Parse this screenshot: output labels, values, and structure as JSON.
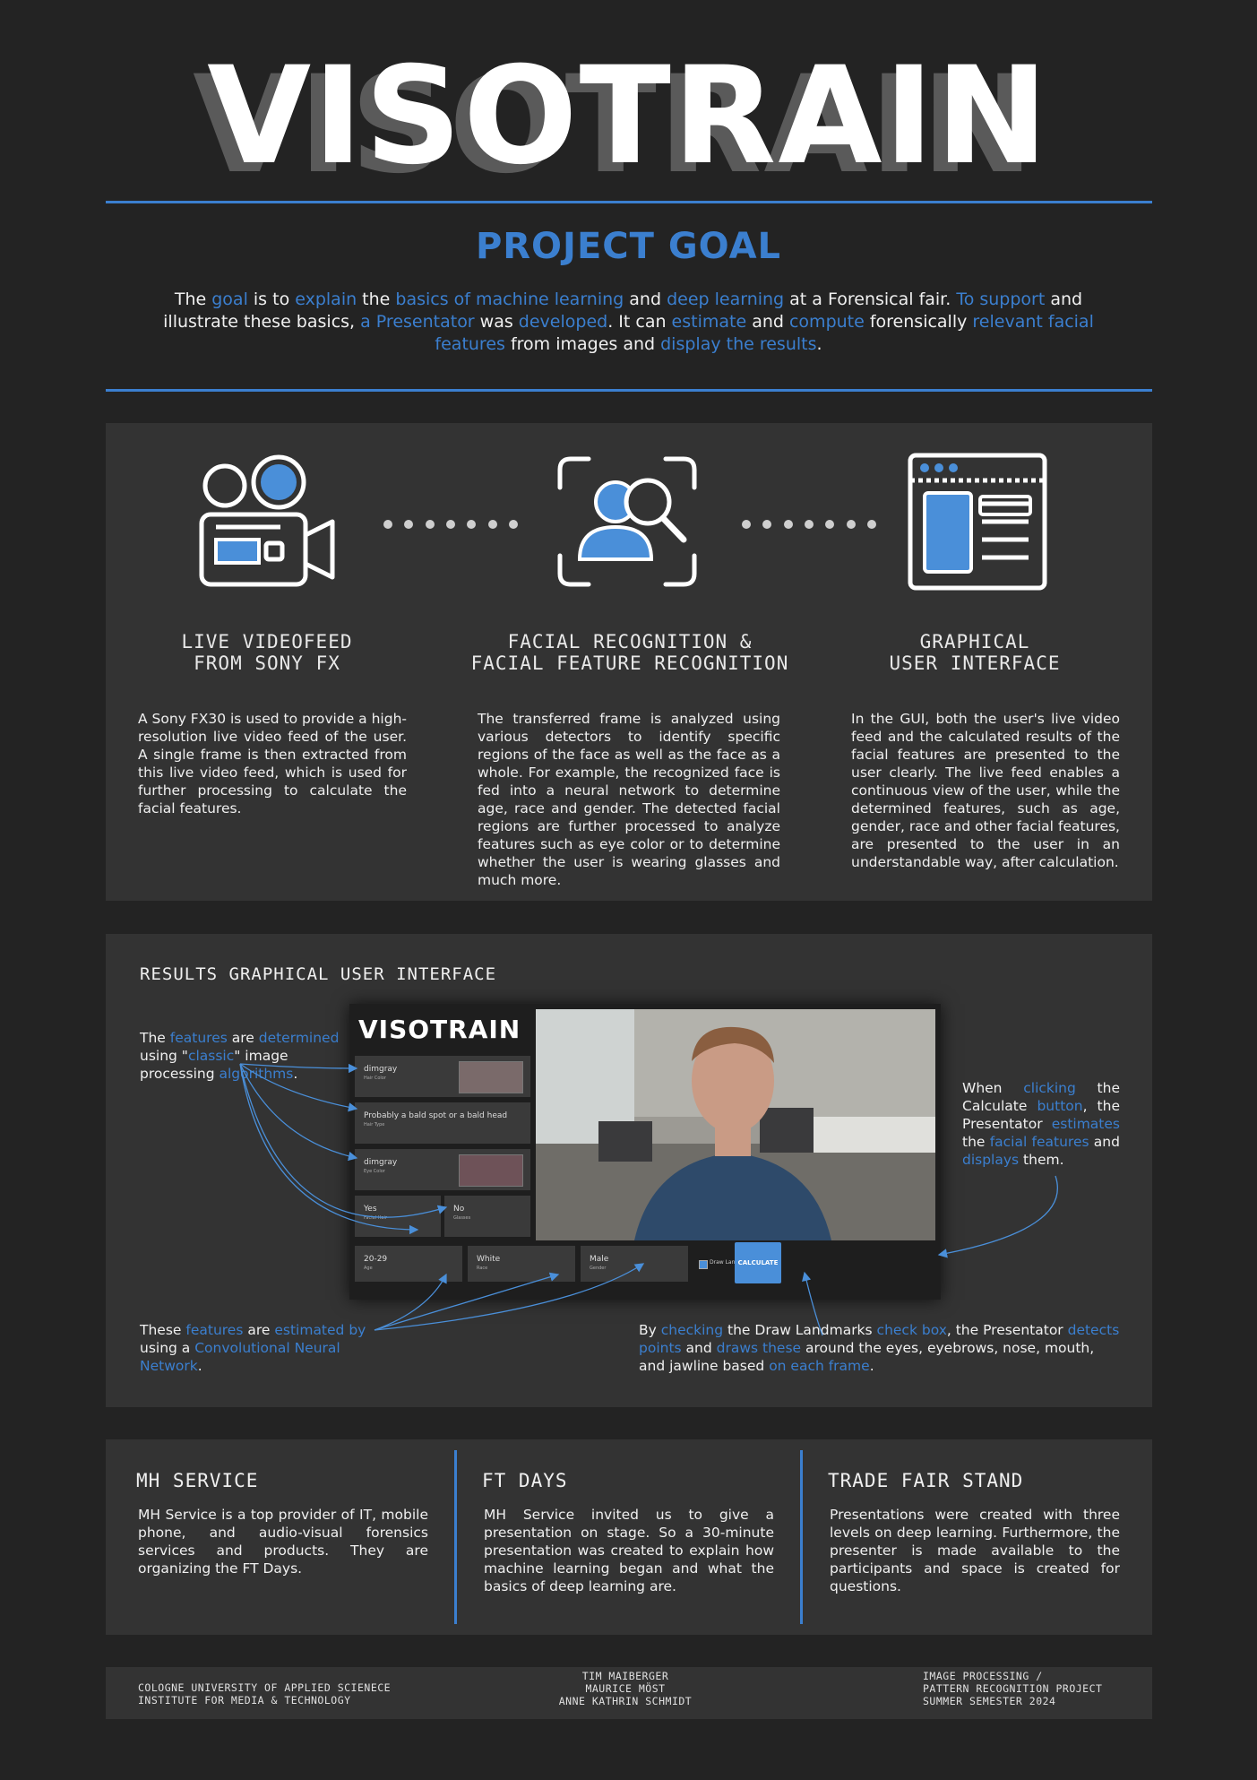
{
  "title": "VISOTRAIN",
  "goal": {
    "heading": "PROJECT GOAL",
    "text_parts": [
      {
        "t": "The ",
        "a": false
      },
      {
        "t": "goal",
        "a": true
      },
      {
        "t": " is to ",
        "a": false
      },
      {
        "t": "explain",
        "a": true
      },
      {
        "t": " the ",
        "a": false
      },
      {
        "t": "basics of machine learning",
        "a": true
      },
      {
        "t": " and ",
        "a": false
      },
      {
        "t": "deep learning",
        "a": true
      },
      {
        "t": " at a Forensical fair. ",
        "a": false
      },
      {
        "t": "To support",
        "a": true
      },
      {
        "t": " and illustrate these basics, ",
        "a": false
      },
      {
        "t": "a Presentator",
        "a": true
      },
      {
        "t": " was ",
        "a": false
      },
      {
        "t": "developed",
        "a": true
      },
      {
        "t": ". It can ",
        "a": false
      },
      {
        "t": "estimate",
        "a": true
      },
      {
        "t": " and ",
        "a": false
      },
      {
        "t": "compute",
        "a": true
      },
      {
        "t": " forensically ",
        "a": false
      },
      {
        "t": "relevant facial features",
        "a": true
      },
      {
        "t": " from images and ",
        "a": false
      },
      {
        "t": "display the results",
        "a": true
      },
      {
        "t": ".",
        "a": false
      }
    ]
  },
  "steps": [
    {
      "icon": "video-camera-icon",
      "title_1": "LIVE VIDEOFEED",
      "title_2": "FROM SONY FX",
      "text": "A Sony FX30 is used to provide a high-resolution live video feed of the user. A single frame is then extracted from this live video feed, which is used for further processing to calculate the facial features."
    },
    {
      "icon": "face-scan-icon",
      "title_1": "FACIAL RECOGNITION &",
      "title_2": "FACIAL FEATURE RECOGNITION",
      "text": "The transferred frame is analyzed using various detectors to identify specific regions of the face as well as the face as a whole. For example, the recognized face is fed into a neural network to determine age, race and gender. The detected facial regions are further processed to analyze features such as eye color or to determine whether the user is wearing glasses and much more."
    },
    {
      "icon": "app-window-icon",
      "title_1": "GRAPHICAL",
      "title_2": "USER INTERFACE",
      "text": "In the GUI, both the user's live video feed and the calculated results of the facial features are presented to the user clearly. The live feed enables a continuous view of the user, while the determined features, such as age, gender, race and other facial features, are presented to the user in an understandable way, after calculation."
    }
  ],
  "results": {
    "heading": "RESULTS GRAPHICAL USER INTERFACE",
    "note_left_top": [
      {
        "t": "The ",
        "a": false
      },
      {
        "t": "features",
        "a": true
      },
      {
        "t": " are ",
        "a": false
      },
      {
        "t": "determined",
        "a": true
      },
      {
        "t": " using \"",
        "a": false
      },
      {
        "t": "classic",
        "a": true
      },
      {
        "t": "\" image processing ",
        "a": false
      },
      {
        "t": "algorithms",
        "a": true
      },
      {
        "t": ".",
        "a": false
      }
    ],
    "note_left_bottom": [
      {
        "t": "These ",
        "a": false
      },
      {
        "t": "features",
        "a": true
      },
      {
        "t": " are ",
        "a": false
      },
      {
        "t": "estimated by",
        "a": true
      },
      {
        "t": " using a ",
        "a": false
      },
      {
        "t": "Convolutional Neural Network",
        "a": true
      },
      {
        "t": ".",
        "a": false
      }
    ],
    "note_right": [
      {
        "t": "When ",
        "a": false
      },
      {
        "t": "clicking",
        "a": true
      },
      {
        "t": " the Calculate ",
        "a": false
      },
      {
        "t": "button",
        "a": true
      },
      {
        "t": ", the Presentator ",
        "a": false
      },
      {
        "t": "estimates",
        "a": true
      },
      {
        "t": " the ",
        "a": false
      },
      {
        "t": "facial features",
        "a": true
      },
      {
        "t": " and ",
        "a": false
      },
      {
        "t": "displays",
        "a": true
      },
      {
        "t": " them.",
        "a": false
      }
    ],
    "note_bottom": [
      {
        "t": "By ",
        "a": false
      },
      {
        "t": "checking",
        "a": true
      },
      {
        "t": " the Draw Landmarks ",
        "a": false
      },
      {
        "t": "check box",
        "a": true
      },
      {
        "t": ", the Presentator ",
        "a": false
      },
      {
        "t": "detects points",
        "a": true
      },
      {
        "t": " and ",
        "a": false
      },
      {
        "t": "draws these",
        "a": true
      },
      {
        "t": " around the eyes, eyebrows, nose, mouth, and jawline based ",
        "a": false
      },
      {
        "t": "on each frame",
        "a": true
      },
      {
        "t": ".",
        "a": false
      }
    ],
    "gui": {
      "logo": "VISOTRAIN",
      "hair_color": {
        "value": "dimgray",
        "label": "Hair Color",
        "swatch": "#7a6a6a"
      },
      "hair_type": {
        "value": "Probably a bald spot or a bald head",
        "label": "Hair Type"
      },
      "eye_color": {
        "value": "dimgray",
        "label": "Eye Color",
        "swatch": "#6e5258"
      },
      "facial_hair": {
        "value": "Yes",
        "label": "Facial Hair"
      },
      "glasses": {
        "value": "No",
        "label": "Glasses"
      },
      "age": {
        "value": "20-29",
        "label": "Age"
      },
      "race": {
        "value": "White",
        "label": "Race"
      },
      "gender": {
        "value": "Male",
        "label": "Gender"
      },
      "landmarks_label": "Draw Landmarks",
      "calculate_label": "CALCULATE"
    }
  },
  "info": [
    {
      "title": "MH SERVICE",
      "text": "MH Service is a top provider of IT, mobile phone, and audio-visual forensics services and products. They are organizing the FT Days."
    },
    {
      "title": "FT DAYS",
      "text": "MH Service invited us to give a presentation on stage. So a 30-minute presentation was created to explain how machine learning began and what the basics of deep learning are."
    },
    {
      "title": "TRADE FAIR STAND",
      "text": "Presentations were created with three levels on deep learning. Furthermore, the presenter is made available to the participants and space is created for questions."
    }
  ],
  "footer": {
    "left_1": "COLOGNE UNIVERSITY OF APPLIED SCIENECE",
    "left_2": "INSTITUTE FOR MEDIA & TECHNOLOGY",
    "mid_1": "TIM MAIBERGER",
    "mid_2": "MAURICE MÖST",
    "mid_3": "ANNE KATHRIN SCHMIDT",
    "right_1": "IMAGE PROCESSING /",
    "right_2": "PATTERN RECOGNITION PROJECT",
    "right_3": "SUMMER SEMESTER 2024"
  },
  "colors": {
    "accent": "#3b7fcf",
    "background": "#232323",
    "panel": "#333333"
  }
}
